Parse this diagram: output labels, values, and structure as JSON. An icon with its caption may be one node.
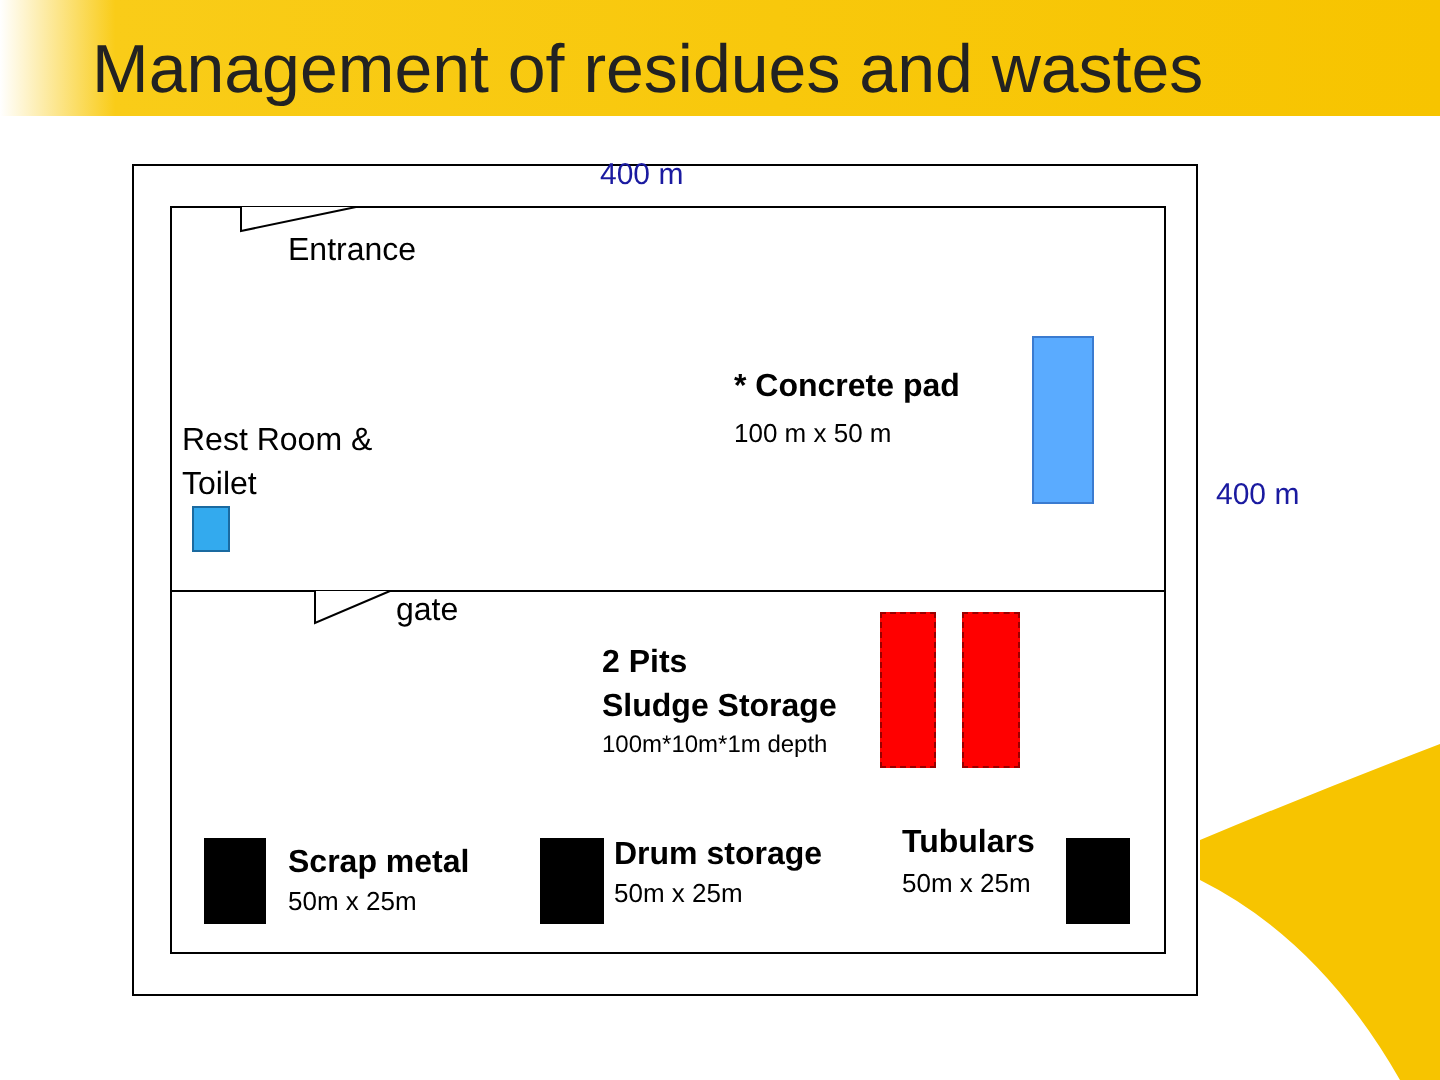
{
  "diagram": {
    "title": "Management of residues and wastes",
    "nodes": [
      {
        "text": [],
        "shape": "box",
        "beside": [
          "* Concrete pad",
          "100 m x 50 m"
        ]
      },
      {
        "text": [],
        "shape": "box",
        "beside": [
          "Rest Room & Toilet"
        ]
      },
      {
        "text": [],
        "shape": "box",
        "beside": [
          "2 Pits",
          "Sludge Storage",
          "100m*10m*1m depth"
        ]
      },
      {
        "text": [],
        "shape": "box"
      },
      {
        "text": [],
        "shape": "box",
        "beside": [
          "Scrap metal",
          "50m x 25m"
        ]
      },
      {
        "text": [],
        "shape": "box",
        "beside": [
          "Drum storage",
          "50m x 25m"
        ]
      },
      {
        "text": [],
        "shape": "box",
        "beside": [
          "Tubulars",
          "50m x 25m"
        ]
      }
    ],
    "labels": [
      "400 m",
      "Entrance",
      "400 m",
      "gate"
    ]
  }
}
